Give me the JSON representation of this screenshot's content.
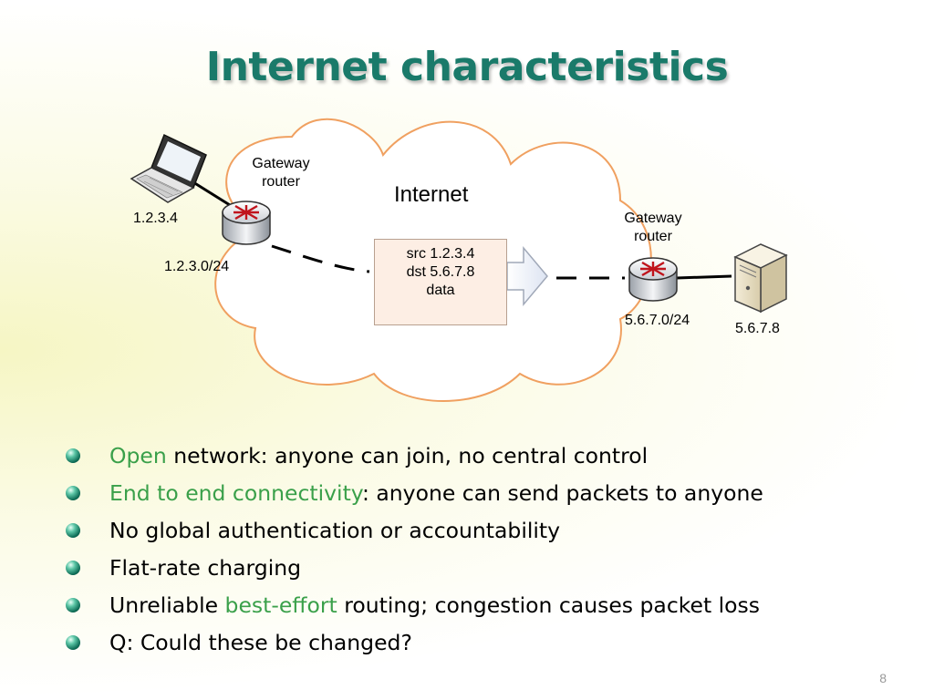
{
  "slide": {
    "title": "Internet characteristics",
    "page_number": "8"
  },
  "diagram": {
    "cloud_label": "Internet",
    "left_host_ip": "1.2.3.4",
    "left_gateway_label_1": "Gateway",
    "left_gateway_label_2": "router",
    "left_subnet": "1.2.3.0/24",
    "right_gateway_label_1": "Gateway",
    "right_gateway_label_2": "router",
    "right_subnet": "5.6.7.0/24",
    "right_host_ip": "5.6.7.8",
    "packet": {
      "src": "src 1.2.3.4",
      "dst": "dst 5.6.7.8",
      "data": "data"
    },
    "icons": [
      "laptop-icon",
      "router-icon",
      "server-icon"
    ]
  },
  "bullets": [
    {
      "highlight": "Open",
      "text": " network: anyone can join, no central control"
    },
    {
      "highlight": "End to end connectivity",
      "text": ": anyone can send packets to anyone"
    },
    {
      "text": "No global authentication or accountability"
    },
    {
      "text": "Flat-rate charging"
    },
    {
      "prefix": "Unreliable ",
      "highlight": "best-effort",
      "text": " routing; congestion causes packet loss"
    },
    {
      "text": "Q: Could these be changed?"
    }
  ],
  "colors": {
    "title": "#1a7a6a",
    "highlight": "#3aa04a",
    "cloud_stroke": "#f0a060",
    "packet_fill": "#fdeee4"
  }
}
